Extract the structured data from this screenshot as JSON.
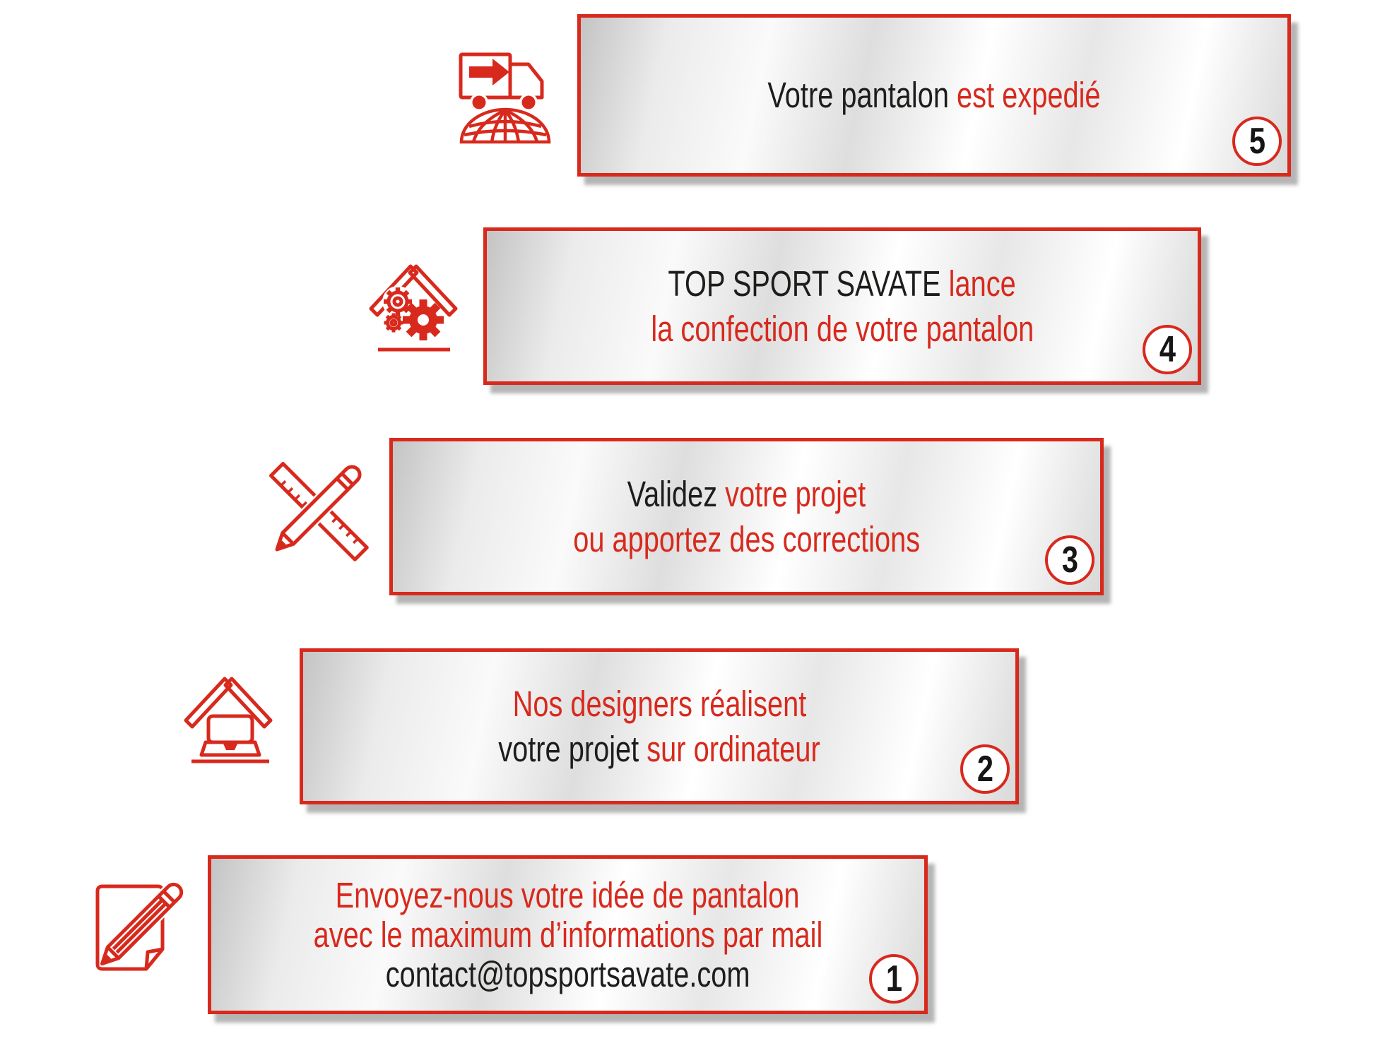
{
  "colors": {
    "accent_red": "#d8291d",
    "text_black": "#1d1d1b",
    "box_background": "metallic-silver-gradient",
    "shadow_gray": "#9a9a9a",
    "badge_background": "#ffffff"
  },
  "steps": [
    {
      "number": "1",
      "icon": "note-pencil-icon",
      "lines": [
        {
          "segments": [
            {
              "text": "Envoyez-nous votre idée de pantalon",
              "color": "red"
            }
          ]
        },
        {
          "segments": [
            {
              "text": "avec le maximum d’informations par mail",
              "color": "red"
            }
          ]
        },
        {
          "segments": [
            {
              "text": "contact@topsportsavate.com",
              "color": "black"
            }
          ]
        }
      ]
    },
    {
      "number": "2",
      "icon": "house-laptop-icon",
      "lines": [
        {
          "segments": [
            {
              "text": "Nos designers réalisent",
              "color": "red"
            }
          ]
        },
        {
          "segments": [
            {
              "text": "votre projet ",
              "color": "black"
            },
            {
              "text": "sur ordinateur",
              "color": "red"
            }
          ]
        }
      ]
    },
    {
      "number": "3",
      "icon": "ruler-pencil-icon",
      "lines": [
        {
          "segments": [
            {
              "text": "Validez ",
              "color": "black"
            },
            {
              "text": "votre projet",
              "color": "red"
            }
          ]
        },
        {
          "segments": [
            {
              "text": "ou apportez des corrections",
              "color": "red"
            }
          ]
        }
      ]
    },
    {
      "number": "4",
      "icon": "house-gears-icon",
      "lines": [
        {
          "segments": [
            {
              "text": "TOP SPORT SAVATE ",
              "color": "black"
            },
            {
              "text": "lance",
              "color": "red"
            }
          ]
        },
        {
          "segments": [
            {
              "text": "la confection de votre pantalon",
              "color": "red"
            }
          ]
        }
      ]
    },
    {
      "number": "5",
      "icon": "delivery-truck-globe-icon",
      "lines": [
        {
          "segments": [
            {
              "text": "Votre pantalon ",
              "color": "black"
            },
            {
              "text": "est expedié",
              "color": "red"
            }
          ]
        }
      ]
    }
  ]
}
